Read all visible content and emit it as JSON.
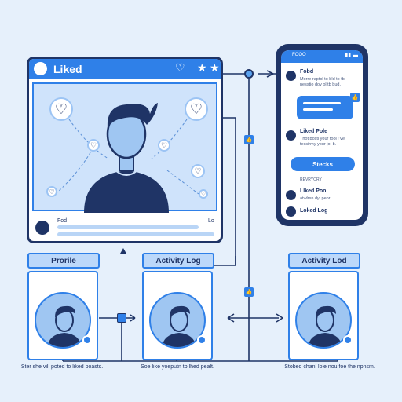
{
  "main_window": {
    "title": "Liked",
    "footer_label": "Fod",
    "footer_meta": "Lo"
  },
  "phone": {
    "status_left": "FOOO",
    "messages": [
      {
        "name": "Fobd",
        "text": "Morre raptol to bld to tb nesstio doy ol tb bud."
      },
      {
        "name": "Liked Pole",
        "text": "Thot bostl your fool l'Ve tessirmy your jo. b."
      }
    ],
    "button_label": "Stecks",
    "section_label": "REVRYORY",
    "list_items": [
      {
        "name": "Llked Pon",
        "text": "atwlrsn dyl peor"
      },
      {
        "name": "Loked Log",
        "text": ""
      }
    ]
  },
  "cards": [
    {
      "title": "Prorile",
      "caption": "Ster she vill poted to liked poasts."
    },
    {
      "title": "Activity Log",
      "caption": "Soe like yoeputn tb lhed pealt."
    },
    {
      "title": "Activity Lod",
      "caption": "Stobed chanl lole nou foe the npnsm."
    }
  ],
  "colors": {
    "accent": "#2f80e8",
    "dark": "#1f3466",
    "background": "#e6f0fb",
    "light_blue": "#cfe3fb"
  }
}
